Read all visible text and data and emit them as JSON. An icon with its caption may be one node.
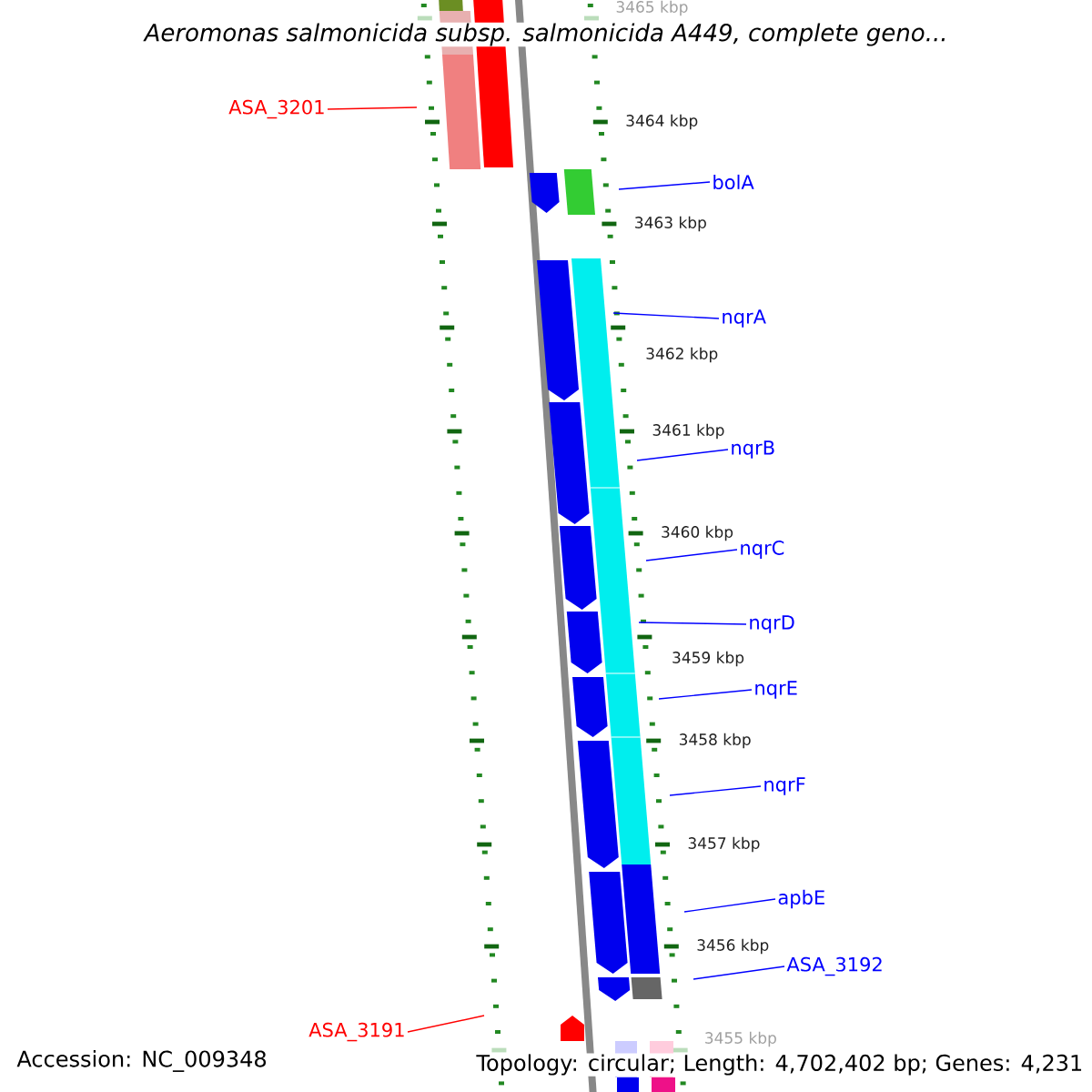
{
  "diagram": {
    "title": "Aeromonas salmonicida subsp. salmonicida A449, complete geno...",
    "nodes": [
      {
        "text": [
          "ASA_3201"
        ]
      },
      {
        "text": [
          "bolA"
        ]
      },
      {
        "text": [
          "nqrA"
        ]
      },
      {
        "text": [
          "nqrB"
        ]
      },
      {
        "text": [
          "nqrC"
        ]
      },
      {
        "text": [
          "nqrD"
        ]
      },
      {
        "text": [
          "nqrE"
        ]
      },
      {
        "text": [
          "nqrF"
        ]
      },
      {
        "text": [
          "apbE"
        ]
      },
      {
        "text": [
          "ASA_3192"
        ]
      },
      {
        "text": [
          "ASA_3191"
        ]
      }
    ],
    "edges": [
      {
        "from": 0,
        "to": null,
        "arrow": "none",
        "color": "#ff0000"
      },
      {
        "from": 1,
        "to": null,
        "arrow": "none"
      },
      {
        "from": 2,
        "to": null,
        "arrow": "none"
      },
      {
        "from": 3,
        "to": null,
        "arrow": "none"
      },
      {
        "from": 4,
        "to": null,
        "arrow": "none"
      },
      {
        "from": 5,
        "to": null,
        "arrow": "none"
      },
      {
        "from": 6,
        "to": null,
        "arrow": "none"
      },
      {
        "from": 7,
        "to": null,
        "arrow": "none"
      },
      {
        "from": 8,
        "to": null,
        "arrow": "none"
      },
      {
        "from": 9,
        "to": null,
        "arrow": "none"
      },
      {
        "from": 10,
        "to": null,
        "arrow": "none",
        "color": "#ff0000"
      }
    ],
    "labels": [
      "3465 kbp",
      "3464 kbp",
      "3463 kbp",
      "3462 kbp",
      "3461 kbp",
      "3460 kbp",
      "3459 kbp",
      "3458 kbp",
      "3457 kbp",
      "3456 kbp",
      "3455 kbp",
      "Accession: NC_009348",
      "Topology: circular; Length: 4,702,402 bp; Genes: 4,231"
    ]
  }
}
